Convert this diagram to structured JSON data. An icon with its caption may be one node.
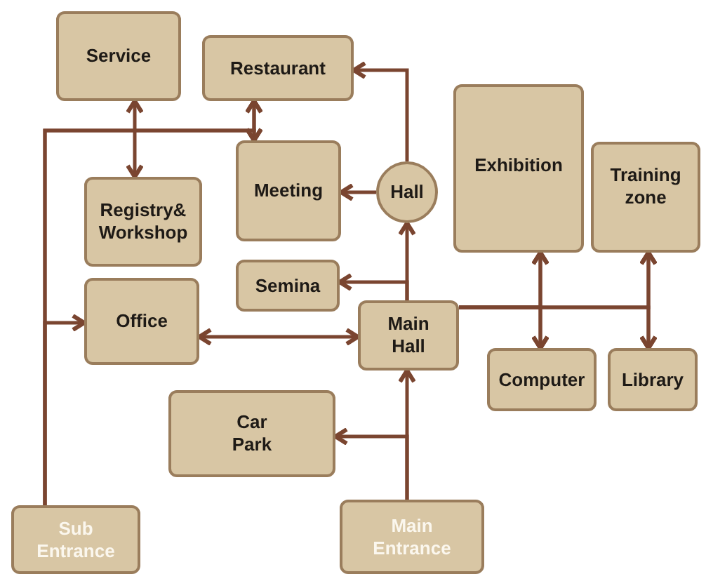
{
  "diagram": {
    "nodes": [
      {
        "text": [
          "Service"
        ]
      },
      {
        "text": [
          "Restaurant"
        ]
      },
      {
        "text": [
          "Registry& Workshop"
        ]
      },
      {
        "text": [
          "Meeting"
        ]
      },
      {
        "text": [
          "Hall"
        ]
      },
      {
        "text": [
          "Exhibition"
        ]
      },
      {
        "text": [
          "Training zone"
        ]
      },
      {
        "text": [
          "Semina"
        ]
      },
      {
        "text": [
          "Office"
        ]
      },
      {
        "text": [
          "Main Hall"
        ]
      },
      {
        "text": [
          "Computer"
        ]
      },
      {
        "text": [
          "Library"
        ]
      },
      {
        "text": [
          "Car Park"
        ]
      },
      {
        "text": [
          "Sub Entrance"
        ]
      },
      {
        "text": [
          "Main Entrance"
        ]
      }
    ],
    "edges": [
      {
        "from": 0,
        "to": 2,
        "arrow": "both"
      },
      {
        "from": 1,
        "to": 3,
        "arrow": "both"
      },
      {
        "from": 13,
        "to": 8,
        "arrow": "to"
      },
      {
        "from": 13,
        "to": 1,
        "arrow": "to"
      },
      {
        "from": 13,
        "to": 3,
        "arrow": "to"
      },
      {
        "from": 8,
        "to": 9,
        "arrow": "both"
      },
      {
        "from": 14,
        "to": 9,
        "arrow": "to"
      },
      {
        "from": 14,
        "to": 12,
        "arrow": "to"
      },
      {
        "from": 9,
        "to": 4,
        "arrow": "to"
      },
      {
        "from": 9,
        "to": 7,
        "arrow": "to"
      },
      {
        "from": 4,
        "to": 3,
        "arrow": "to"
      },
      {
        "from": 4,
        "to": 1,
        "arrow": "to"
      },
      {
        "from": 5,
        "to": 10,
        "arrow": "both"
      },
      {
        "from": 6,
        "to": 11,
        "arrow": "both"
      },
      {
        "from": 9,
        "to": 5,
        "arrow": "to"
      },
      {
        "from": 9,
        "to": 10,
        "arrow": "to"
      },
      {
        "from": 9,
        "to": 6,
        "arrow": "to"
      },
      {
        "from": 9,
        "to": 11,
        "arrow": "to"
      }
    ]
  }
}
